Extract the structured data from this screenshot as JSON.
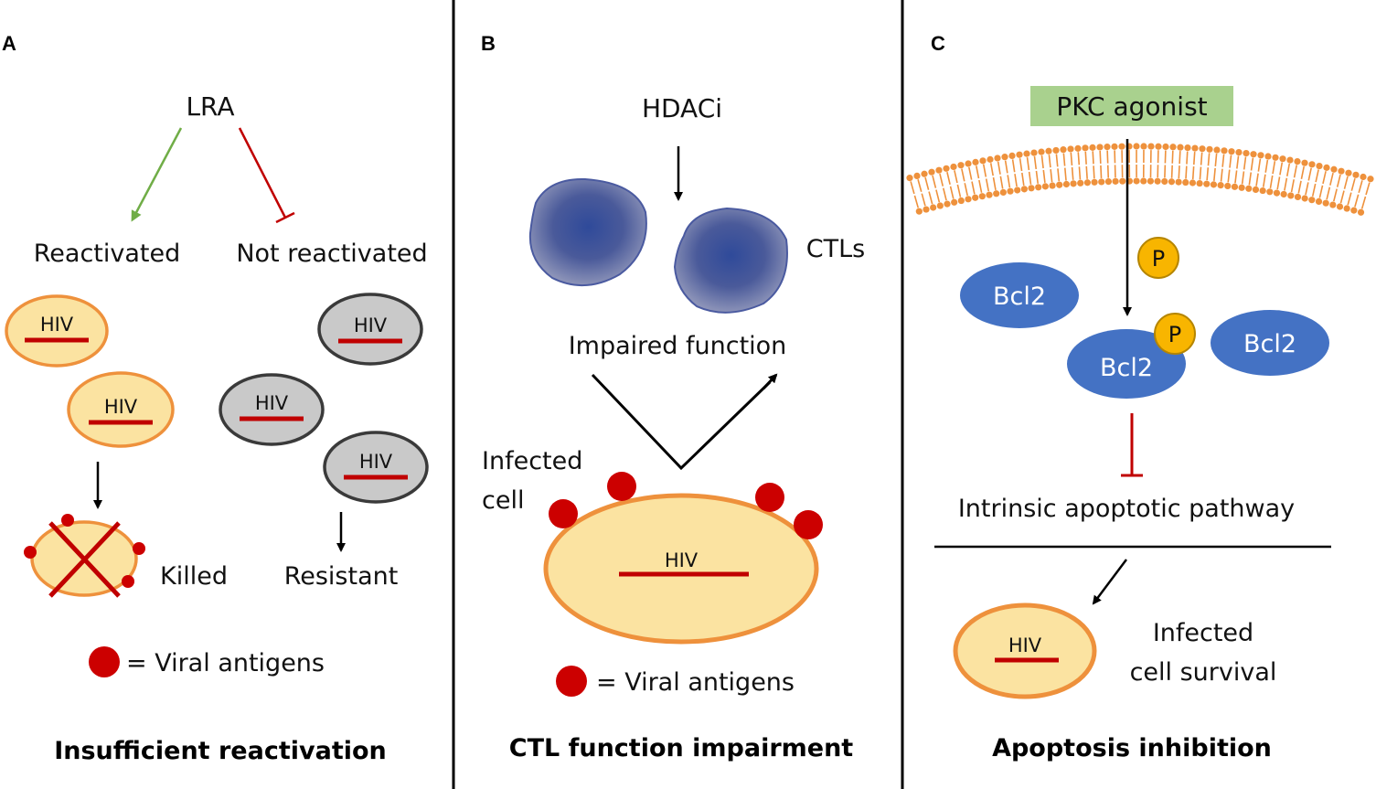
{
  "colors": {
    "cell_fill": "#fbe3a1",
    "cell_stroke": "#ee913c",
    "resistant_fill": "#c9c9c9",
    "resistant_stroke": "#3a3a3a",
    "hiv_bar": "#c00000",
    "antigen": "#cc0000",
    "activate_arrow": "#70ad47",
    "inhibit_arrow": "#c00000",
    "bcl2": "#4472c4",
    "phospho": "#f8b500",
    "pkc_box": "#a9d18e",
    "ctl": "#3a4f96"
  },
  "panel_a": {
    "letter": "A",
    "lra": "LRA",
    "reactivated": "Reactivated",
    "not_reactivated": "Not reactivated",
    "hiv": "HIV",
    "killed": "Killed",
    "resistant": "Resistant",
    "legend": "= Viral antigens",
    "caption": "Insufficient reactivation"
  },
  "panel_b": {
    "letter": "B",
    "hdaci": "HDACi",
    "ctls": "CTLs",
    "impaired": "Impaired function",
    "infected_line1": "Infected",
    "infected_line2": "cell",
    "hiv": "HIV",
    "legend": "= Viral antigens",
    "caption": "CTL function impairment"
  },
  "panel_c": {
    "letter": "C",
    "pkc": "PKC agonist",
    "p": "P",
    "bcl2": "Bcl2",
    "pathway": "Intrinsic apoptotic pathway",
    "hiv": "HIV",
    "survival_line1": "Infected",
    "survival_line2": "cell survival",
    "caption": "Apoptosis inhibition"
  }
}
